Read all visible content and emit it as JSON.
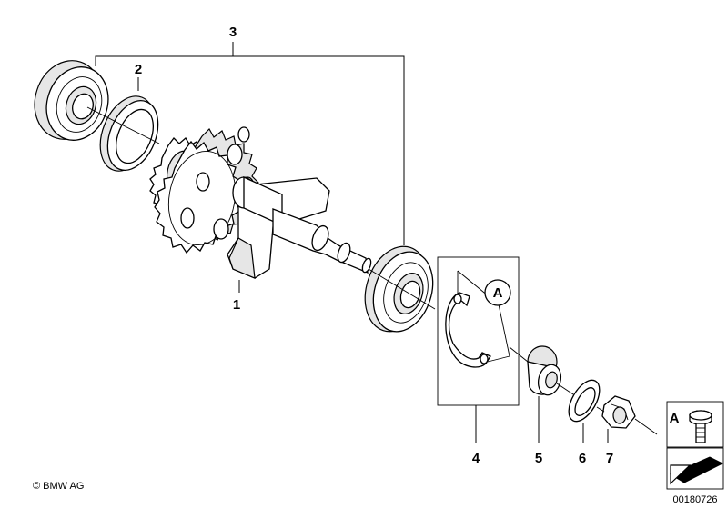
{
  "callouts": {
    "c1": "1",
    "c2": "2",
    "c3": "3",
    "c4": "4",
    "c5": "5",
    "c6": "6",
    "c7": "7"
  },
  "detail_marker": "A",
  "legend_marker": "A",
  "copyright": "© BMW AG",
  "diagram_number": "00180726",
  "colors": {
    "line": "#000000",
    "shade": "#e6e6e6",
    "background": "#ffffff"
  },
  "icons": [
    "bolt-icon",
    "arrow-icon"
  ]
}
